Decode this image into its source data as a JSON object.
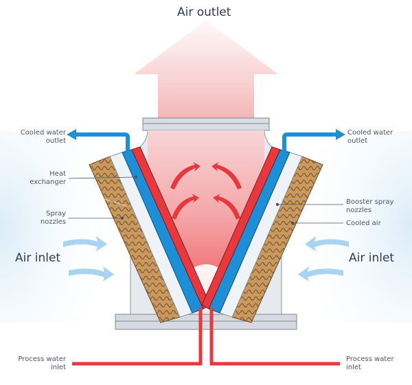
{
  "labels": {
    "air_outlet": "Air outlet",
    "cooled_water_outlet_left": "Cooled water\noutlet",
    "cooled_water_outlet_right": "Cooled water\noutlet",
    "heat_exchanger": "Heat\nexchanger",
    "spray_nozzles": "Spray\nnozzles",
    "booster_spray_nozzles": "Booster spray\nnozzles",
    "cooled_air": "Cooled air",
    "air_inlet_left": "Air inlet",
    "air_inlet_right": "Air inlet",
    "process_water_inlet_left": "Process water\ninlet",
    "process_water_inlet_right": "Process water\ninlet"
  },
  "colors": {
    "hot_water": "#e8383d",
    "cold_water": "#1c8fd6",
    "pad": "#b98a52",
    "air_in": "#bfe0f6",
    "air_out": "#f7c2c2",
    "label_text": "#4a5466"
  }
}
